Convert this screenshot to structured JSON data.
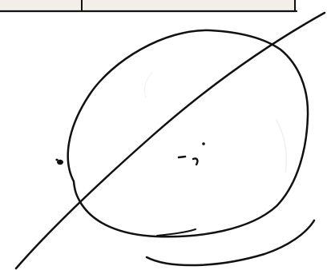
{
  "colors": {
    "paper": "#ffffff",
    "ink": "#111111",
    "header_fill": "#f3efe8",
    "faint_mark": "#e6e0d8"
  },
  "drawing": {
    "elements": [
      "header-box",
      "closed-loop",
      "diagonal-line",
      "lower-arc",
      "stray-dot",
      "center-marks"
    ]
  }
}
